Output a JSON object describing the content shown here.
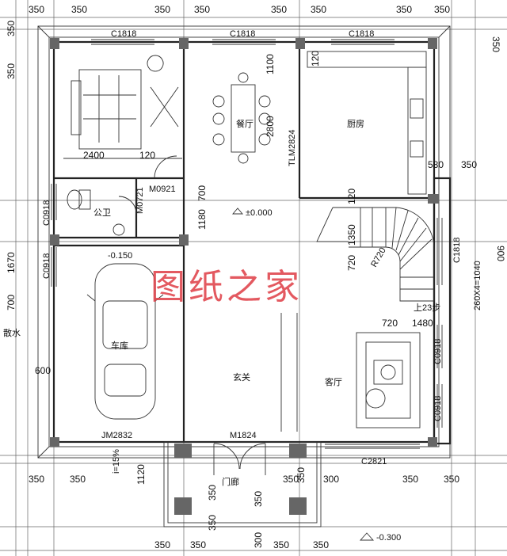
{
  "rooms": {
    "dining": "餐厅",
    "kitchen": "厨房",
    "toilet": "公卫",
    "garage": "车库",
    "foyer": "玄关",
    "living": "客厅",
    "porch": "门廊"
  },
  "labels": {
    "floor_level": "±0.000",
    "garage_level": "-0.150",
    "outdoor_level": "-0.300",
    "slope": "i=15%",
    "steps": "上23步",
    "radius": "R720",
    "stair_dims": "260X4=1040",
    "drain": "散水",
    "window_bed": "C1818",
    "window_dining": "C1818",
    "window_kitchen": "C1818",
    "window_tlm": "TLM2824",
    "window_toilet": "C0918",
    "window_garage": "C0918",
    "window_stair": "C1818",
    "window_living_1": "C0918",
    "window_living_2": "C0918",
    "window_living_bottom": "C2821",
    "door_bed": "M0921",
    "door_toilet": "M0721",
    "door_garage": "JM2832",
    "door_main": "M1824"
  },
  "dims": {
    "top": [
      "350",
      "350",
      "350",
      "350",
      "350",
      "350",
      "350",
      "350"
    ],
    "left": [
      "350",
      "350",
      "1670",
      "700",
      "600"
    ],
    "right": [
      "350",
      "580",
      "350",
      "900"
    ],
    "inner": [
      "2400",
      "120",
      "700",
      "1180",
      "1100",
      "2800",
      "1350",
      "720",
      "720",
      "1480",
      "120",
      "120"
    ],
    "bottom_row1": [
      "1120",
      "350",
      "350",
      "350",
      "300",
      "350",
      "350",
      "350"
    ],
    "bottom_row2": [
      "350",
      "350",
      "350",
      "350",
      "300",
      "350",
      "350",
      "350"
    ]
  },
  "watermark": "图纸之家"
}
